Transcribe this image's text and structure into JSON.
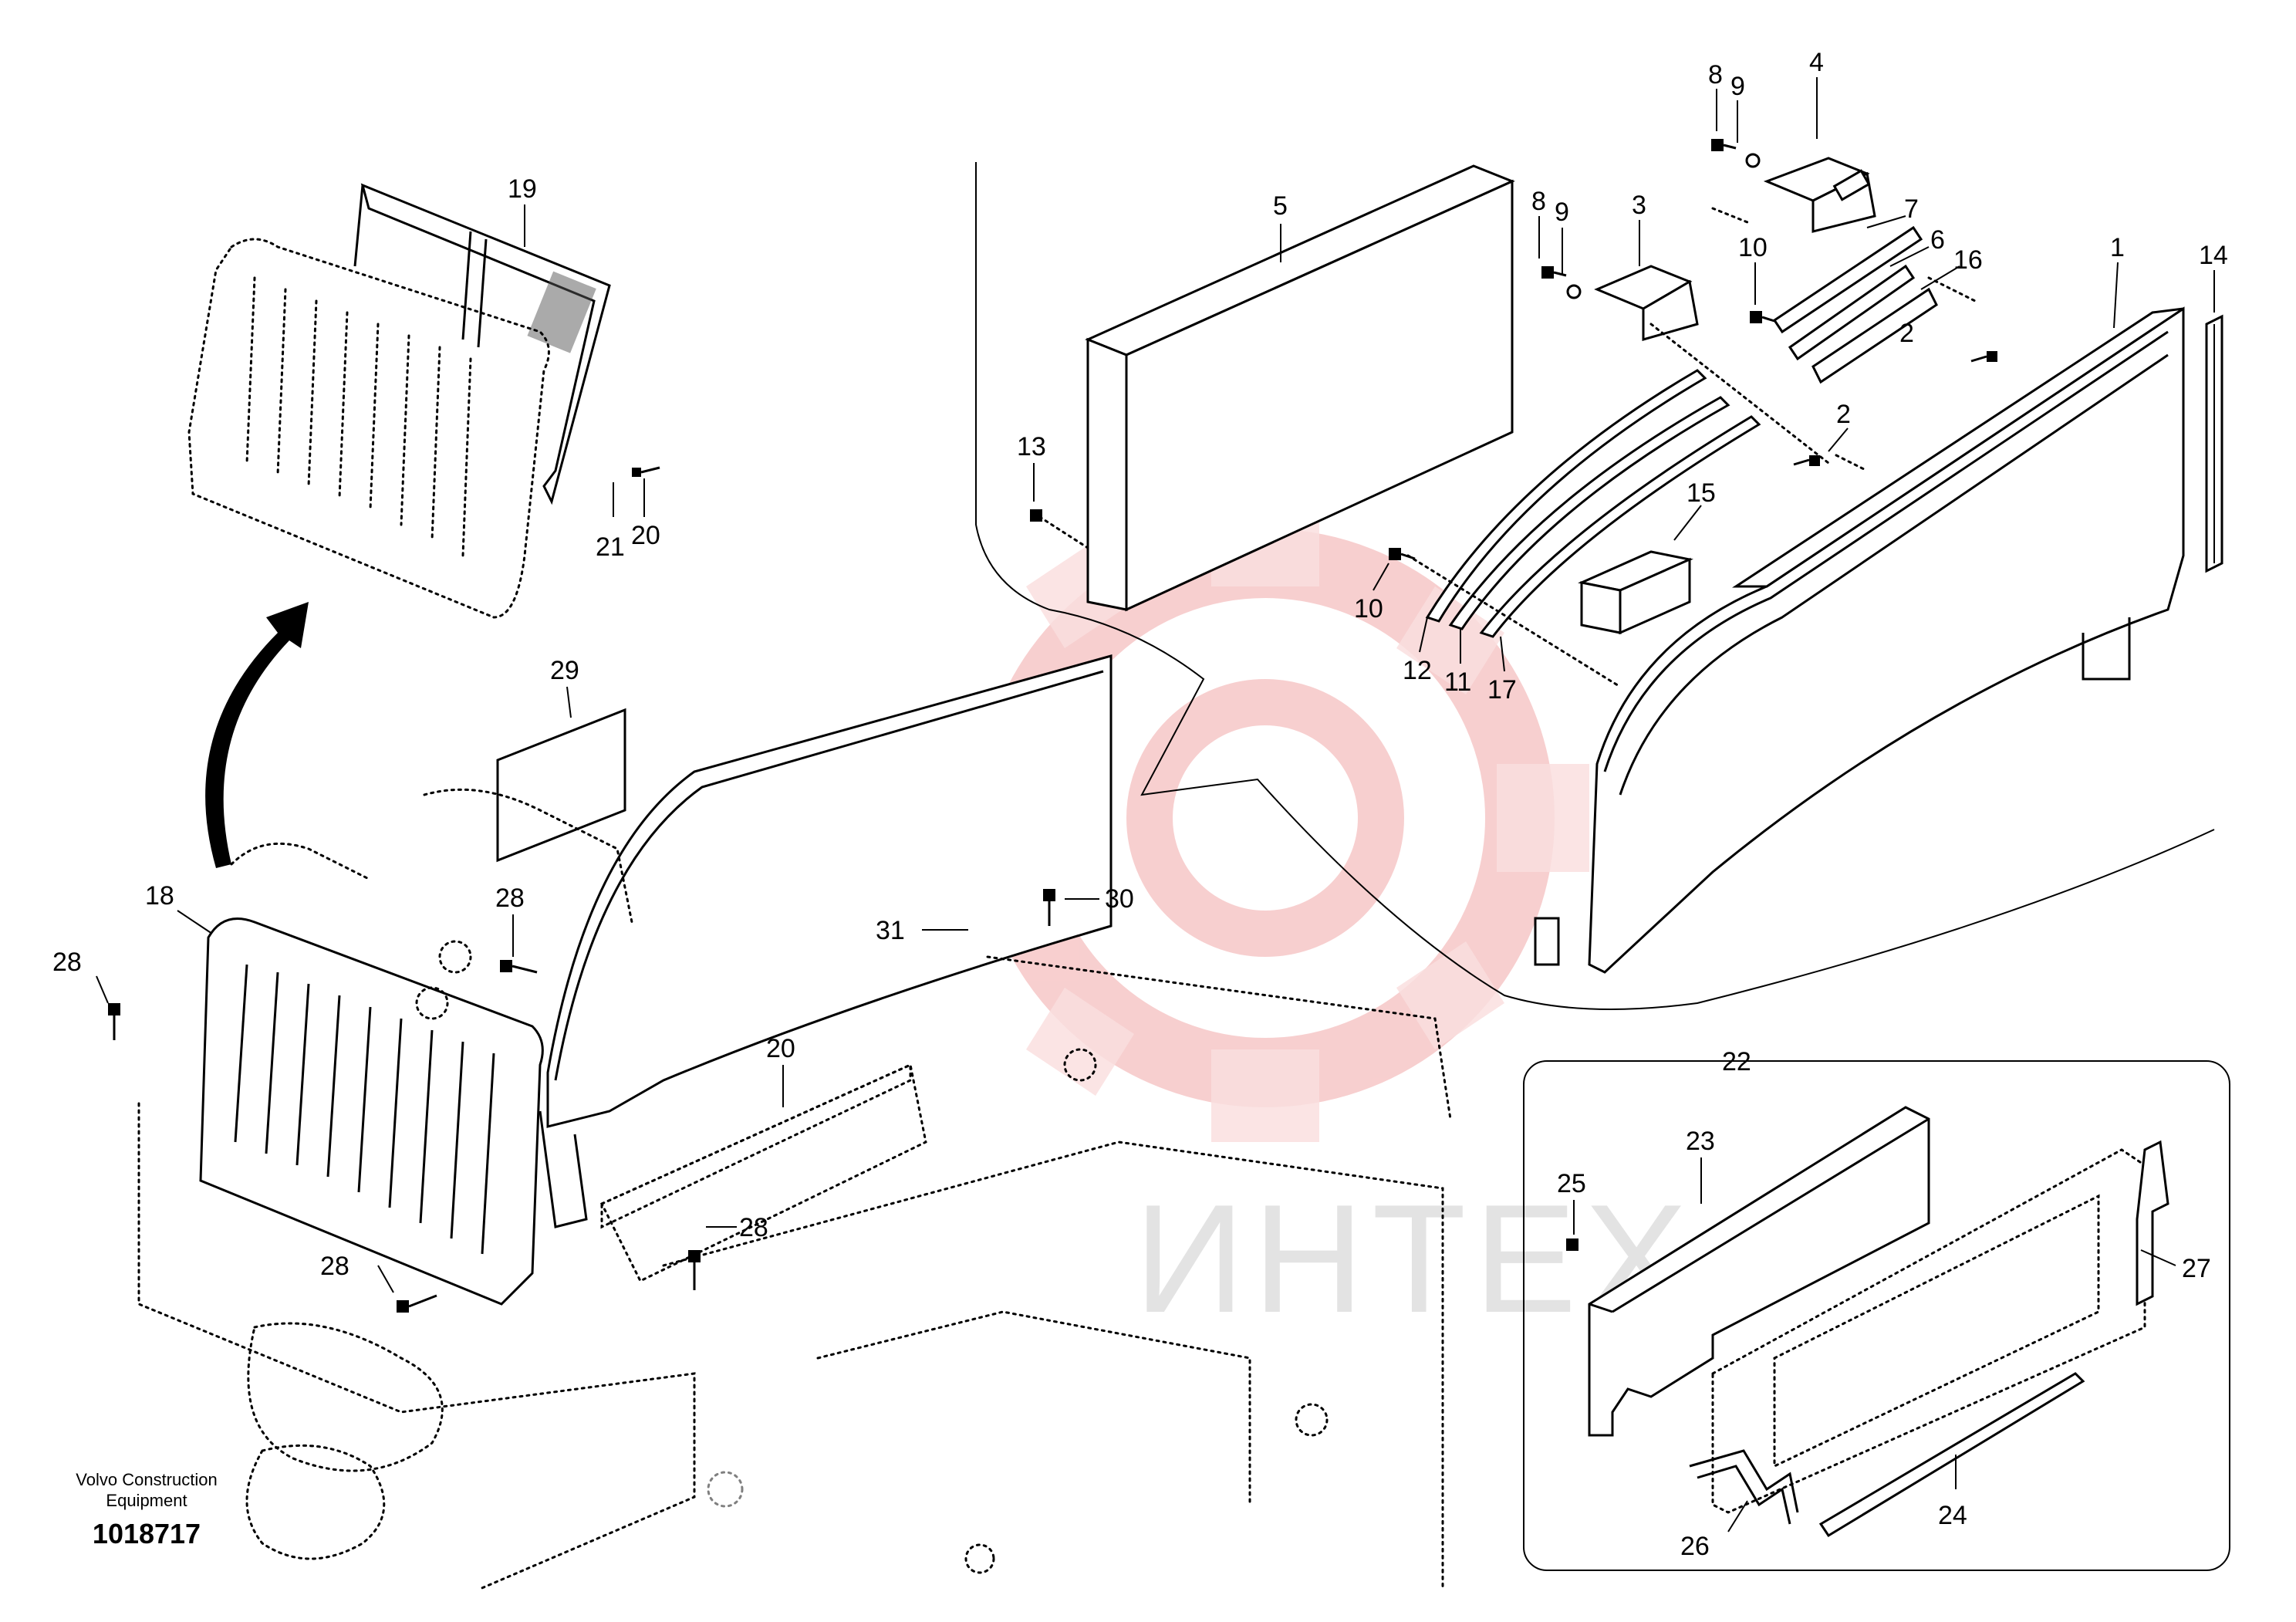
{
  "footer": {
    "company_line1": "Volvo Construction",
    "company_line2": "Equipment",
    "part_number": "1018717"
  },
  "watermark": {
    "text": "ИНТЕХ",
    "color": "#e8332a"
  },
  "callouts": [
    {
      "id": "c19",
      "text": "19"
    },
    {
      "id": "c20a",
      "text": "20"
    },
    {
      "id": "c21",
      "text": "21"
    },
    {
      "id": "c5",
      "text": "5"
    },
    {
      "id": "c13",
      "text": "13"
    },
    {
      "id": "c8a",
      "text": "8"
    },
    {
      "id": "c9a",
      "text": "9"
    },
    {
      "id": "c4",
      "text": "4"
    },
    {
      "id": "c8b",
      "text": "8"
    },
    {
      "id": "c9b",
      "text": "9"
    },
    {
      "id": "c3",
      "text": "3"
    },
    {
      "id": "c10a",
      "text": "10"
    },
    {
      "id": "c7",
      "text": "7"
    },
    {
      "id": "c6",
      "text": "6"
    },
    {
      "id": "c16",
      "text": "16"
    },
    {
      "id": "c1",
      "text": "1"
    },
    {
      "id": "c14",
      "text": "14"
    },
    {
      "id": "c2a",
      "text": "2"
    },
    {
      "id": "c2b",
      "text": "2"
    },
    {
      "id": "c15",
      "text": "15"
    },
    {
      "id": "c10b",
      "text": "10"
    },
    {
      "id": "c12",
      "text": "12"
    },
    {
      "id": "c11",
      "text": "11"
    },
    {
      "id": "c17",
      "text": "17"
    },
    {
      "id": "c29",
      "text": "29"
    },
    {
      "id": "c18",
      "text": "18"
    },
    {
      "id": "c28a",
      "text": "28"
    },
    {
      "id": "c28b",
      "text": "28"
    },
    {
      "id": "c30",
      "text": "30"
    },
    {
      "id": "c31",
      "text": "31"
    },
    {
      "id": "c20b",
      "text": "20"
    },
    {
      "id": "c28c",
      "text": "28"
    },
    {
      "id": "c28d",
      "text": "28"
    },
    {
      "id": "c22",
      "text": "22"
    },
    {
      "id": "c23",
      "text": "23"
    },
    {
      "id": "c25",
      "text": "25"
    },
    {
      "id": "c27",
      "text": "27"
    },
    {
      "id": "c24",
      "text": "24"
    },
    {
      "id": "c26",
      "text": "26"
    }
  ]
}
